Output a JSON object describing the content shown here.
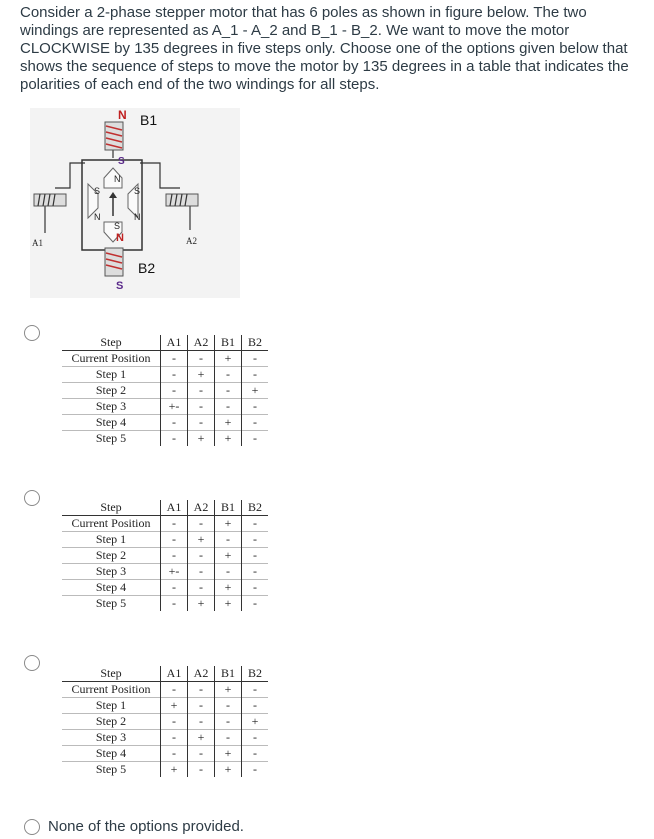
{
  "question": "Consider a 2-phase stepper motor that has 6 poles as shown in figure below. The two windings are represented as A_1 - A_2 and B_1 - B_2. We want to move the motor CLOCKWISE by 135 degrees in five steps only. Choose one of the options given below that shows the sequence of steps to move the motor by 135 degrees in a table that indicates the polarities of each end of the two windings for all steps.",
  "figure": {
    "b1": "B1",
    "b2": "B2",
    "a1": "A1",
    "a2": "A2",
    "top_n": "N",
    "top_s": "S",
    "bottom_n": "N",
    "bottom_s": "S",
    "rotor_n_top": "N",
    "rotor_s_bottom": "S",
    "left_s": "S",
    "left_n": "N",
    "left_z": "Z",
    "right_s": "S",
    "right_n": "N",
    "right_z": "Z",
    "top_z": "Z",
    "bottom_z": "Z"
  },
  "columns": [
    "Step",
    "A1",
    "A2",
    "B1",
    "B2"
  ],
  "options": [
    {
      "rows": [
        [
          "Current Position",
          "-",
          "-",
          "+",
          "-"
        ],
        [
          "Step 1",
          "-",
          "+",
          "-",
          "-"
        ],
        [
          "Step 2",
          "-",
          "-",
          "-",
          "+"
        ],
        [
          "Step 3",
          "+-",
          "-",
          "-",
          "-"
        ],
        [
          "Step 4",
          "-",
          "-",
          "+",
          "-"
        ],
        [
          "Step 5",
          "-",
          "+",
          "+",
          "-"
        ]
      ]
    },
    {
      "rows": [
        [
          "Current Position",
          "-",
          "-",
          "+",
          "-"
        ],
        [
          "Step 1",
          "-",
          "+",
          "-",
          "-"
        ],
        [
          "Step 2",
          "-",
          "-",
          "+",
          "-"
        ],
        [
          "Step 3",
          "+-",
          "-",
          "-",
          "-"
        ],
        [
          "Step 4",
          "-",
          "-",
          "+",
          "-"
        ],
        [
          "Step 5",
          "-",
          "+",
          "+",
          "-"
        ]
      ]
    },
    {
      "rows": [
        [
          "Current Position",
          "-",
          "-",
          "+",
          "-"
        ],
        [
          "Step 1",
          "+",
          "-",
          "-",
          "-"
        ],
        [
          "Step 2",
          "-",
          "-",
          "-",
          "+"
        ],
        [
          "Step 3",
          "-",
          "+",
          "-",
          "-"
        ],
        [
          "Step 4",
          "-",
          "-",
          "+",
          "-"
        ],
        [
          "Step 5",
          "+",
          "-",
          "+",
          "-"
        ]
      ]
    }
  ],
  "none_option": "None of the options provided."
}
